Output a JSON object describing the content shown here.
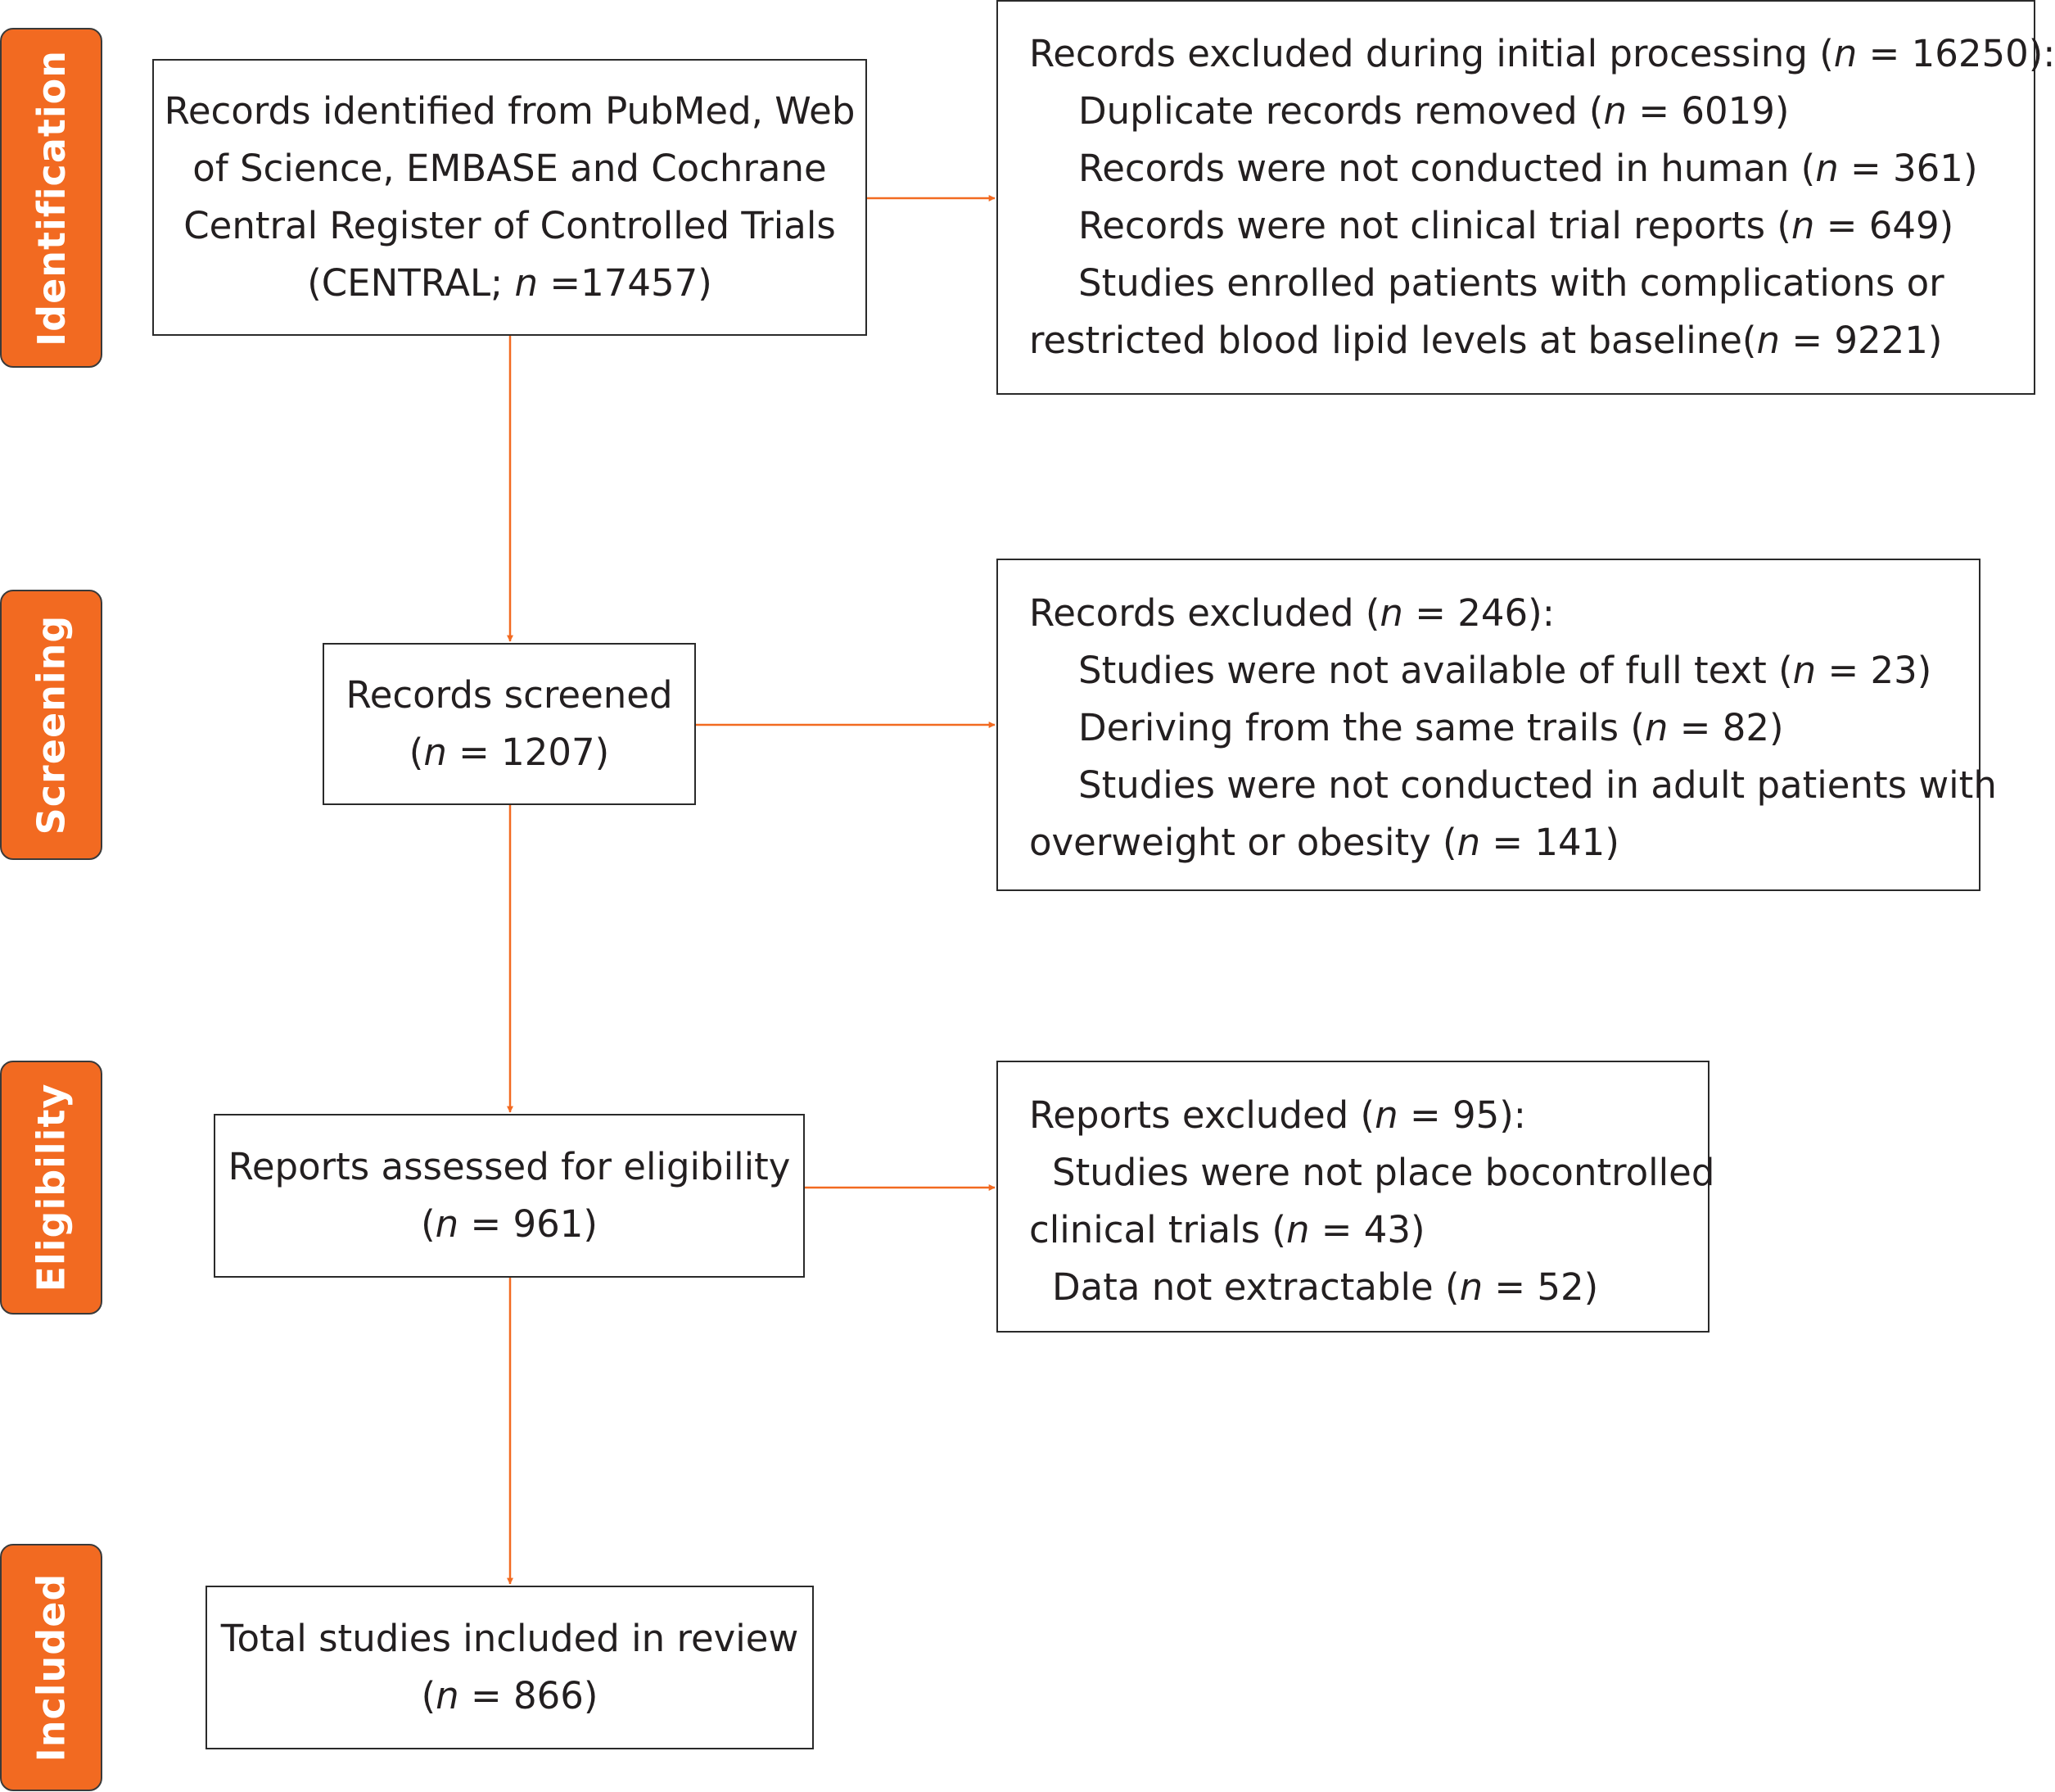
{
  "colors": {
    "accent": "#f26a21",
    "border": "#2a2a2a",
    "text": "#231f20"
  },
  "phases": {
    "identification": "Identification",
    "screening": "Screening",
    "eligibility": "Eligibility",
    "included": "Included"
  },
  "boxes": {
    "identified": {
      "line1": "Records identified from PubMed, Web",
      "line2": "of Science, EMBASE and Cochrane",
      "line3": "Central Register of Controlled Trials",
      "line4_pre": "(CENTRAL; ",
      "n_symbol": "n",
      "line4_post": " =17457)"
    },
    "excluded_initial": {
      "title_pre": "Records excluded during initial processing (",
      "title_n": "n",
      "title_post": " = 16250):",
      "item1_pre": "Duplicate records removed (",
      "item1_post": " = 6019)",
      "item2_pre": "Records were not conducted in human (",
      "item2_post": " = 361)",
      "item3_pre": "Records were not clinical trial reports (",
      "item3_post": " = 649)",
      "item4_line1": "Studies enrolled patients with complications or",
      "item4_line2_pre": "restricted blood lipid levels at baseline(",
      "item4_line2_post": " = 9221)"
    },
    "screened": {
      "line1": "Records screened",
      "line2_pre": "(",
      "n_symbol": "n",
      "line2_post": " = 1207)"
    },
    "excluded_screening": {
      "title_pre": "Records excluded (",
      "title_n": "n",
      "title_post": " = 246):",
      "item1_pre": "Studies were not available of full text (",
      "item1_post": " = 23)",
      "item2_pre": "Deriving from the same trails (",
      "item2_post": " = 82)",
      "item3_line1": "Studies were not conducted in adult patients with",
      "item3_line2_pre": "overweight or obesity (",
      "item3_line2_post": " = 141)"
    },
    "assessed": {
      "line1": "Reports assessed for eligibility",
      "line2_pre": "(",
      "n_symbol": "n",
      "line2_post": " = 961)"
    },
    "excluded_eligibility": {
      "title_pre": "Reports excluded (",
      "title_n": "n",
      "title_post": " = 95):",
      "item1_line1": "Studies were not place bocontrolled",
      "item1_line2_pre": "clinical trials (",
      "item1_line2_post": " = 43)",
      "item2_pre": "Data not extractable (",
      "item2_post": " = 52)"
    },
    "included": {
      "line1": "Total studies included in review",
      "line2_pre": "(",
      "n_symbol": "n",
      "line2_post": " = 866)"
    }
  }
}
